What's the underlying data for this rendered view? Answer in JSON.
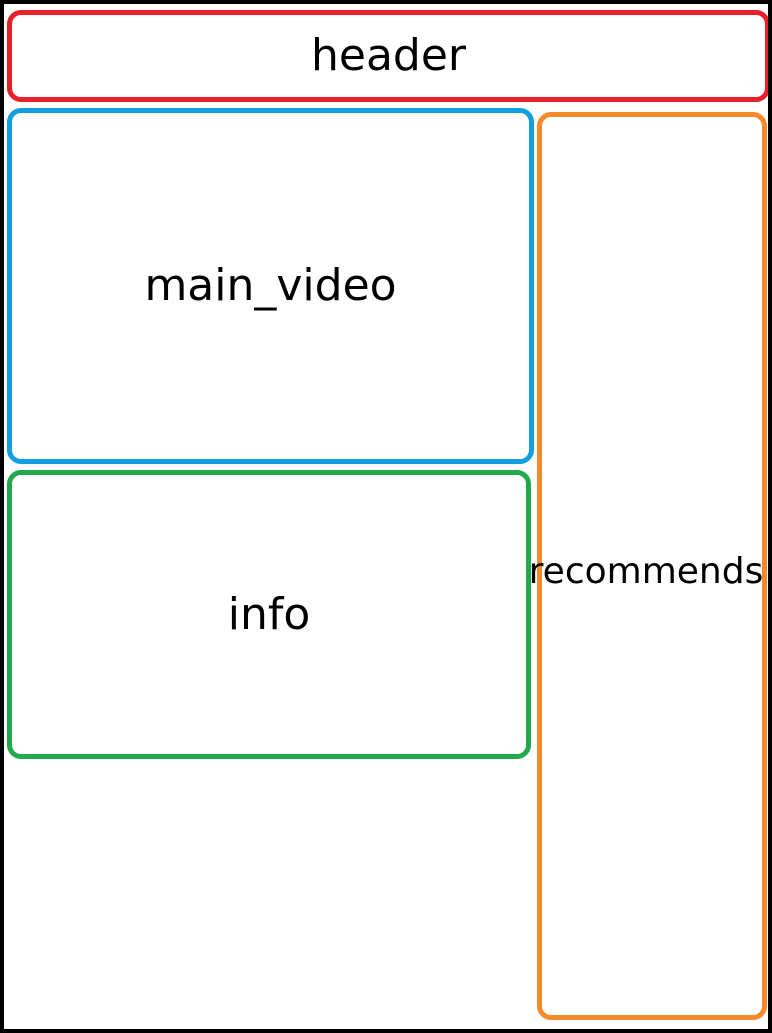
{
  "regions": {
    "header": {
      "label": "header",
      "color": "#e8202a"
    },
    "main_video": {
      "label": "main_video",
      "color": "#119fe0"
    },
    "info": {
      "label": "info",
      "color": "#23a84b"
    },
    "recommends": {
      "label": "recommends",
      "color": "#f48a2c"
    }
  }
}
